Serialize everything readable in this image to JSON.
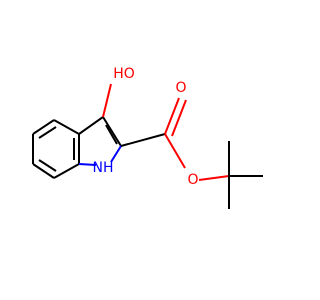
{
  "molecule": {
    "atoms": {
      "hydroxyl": "HO",
      "carbonyl_oxygen": "O",
      "ester_oxygen": "O",
      "nitrogen": "NH"
    },
    "colors": {
      "oxygen": "#ff0000",
      "nitrogen": "#0000ff",
      "carbon_bonds": "#000000",
      "background": "#ffffff"
    }
  }
}
